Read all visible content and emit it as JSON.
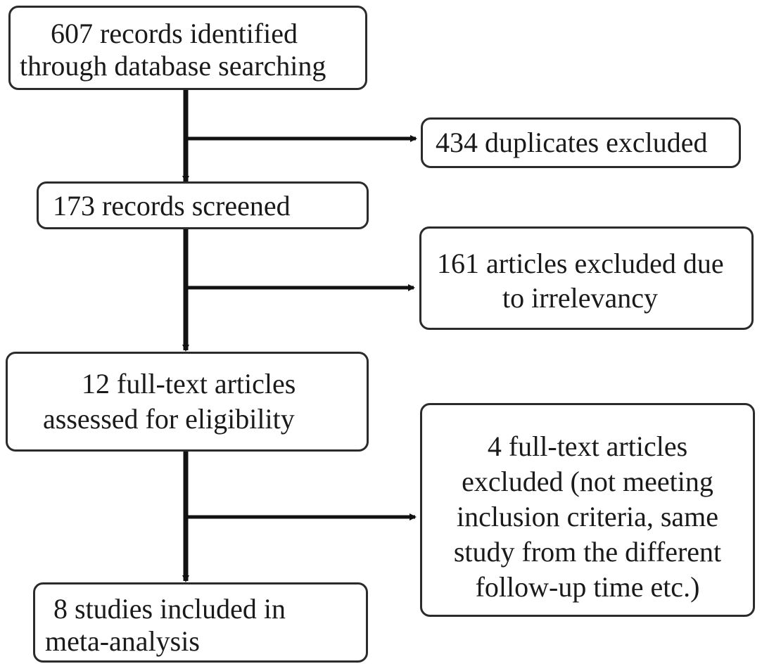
{
  "boxes": {
    "identified": {
      "line1": "607 records identified",
      "line2": "through database searching"
    },
    "duplicates": {
      "line1": "434 duplicates excluded"
    },
    "screened": {
      "line1": "173 records screened"
    },
    "irrelevant": {
      "line1": "161 articles excluded due",
      "line2": "to irrelevancy"
    },
    "fulltext": {
      "line1": "12 full-text articles",
      "line2": "assessed for eligibility"
    },
    "excluded_fulltext": {
      "line1": "4 full-text articles",
      "line2": "excluded (not meeting",
      "line3": "inclusion criteria, same",
      "line4": "study from the different",
      "line5": "follow-up time etc.)"
    },
    "included": {
      "line1": "8 studies included in",
      "line2": "meta-analysis"
    }
  },
  "colors": {
    "stroke": "#111111",
    "border": "#2b2b2b",
    "background": "#ffffff"
  }
}
